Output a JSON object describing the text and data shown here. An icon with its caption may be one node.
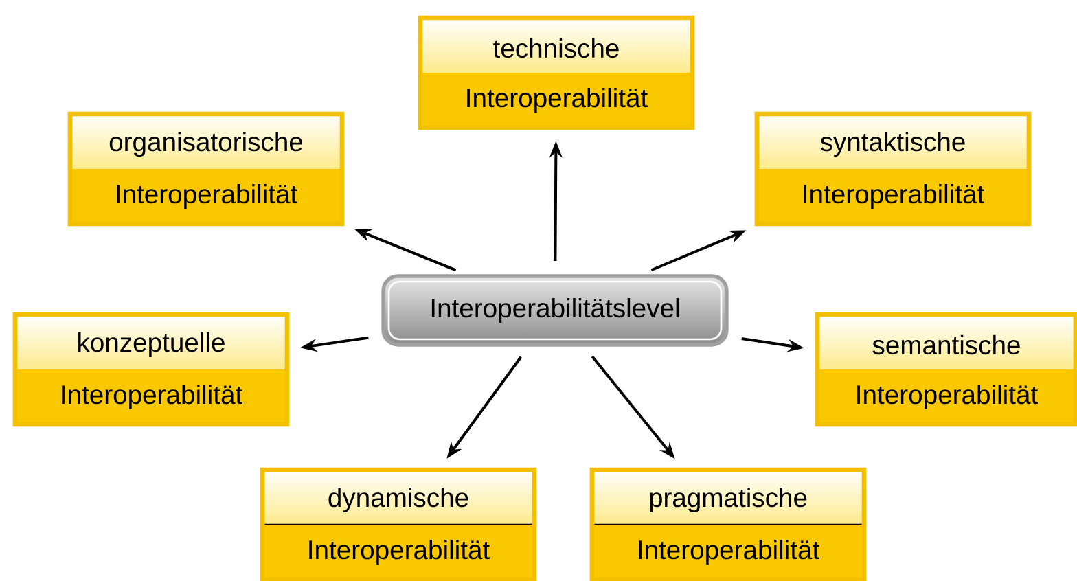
{
  "diagram": {
    "nodes": [
      {
        "text": [
          "technische",
          "Interoperabilität"
        ]
      },
      {
        "text": [
          "organisatorische",
          "Interoperabilität"
        ]
      },
      {
        "text": [
          "syntaktische",
          "Interoperabilität"
        ]
      },
      {
        "text": [
          "Interoperabilitätslevel"
        ]
      },
      {
        "text": [
          "konzeptuelle",
          "Interoperabilität"
        ]
      },
      {
        "text": [
          "semantische",
          "Interoperabilität"
        ]
      },
      {
        "text": [
          "dynamische",
          "Interoperabilität"
        ]
      },
      {
        "text": [
          "pragmatische",
          "Interoperabilität"
        ]
      }
    ],
    "edges": [
      {
        "from": 3,
        "to": 0,
        "arrow": "to"
      },
      {
        "from": 3,
        "to": 1,
        "arrow": "to"
      },
      {
        "from": 3,
        "to": 2,
        "arrow": "to"
      },
      {
        "from": 3,
        "to": 4,
        "arrow": "to"
      },
      {
        "from": 3,
        "to": 5,
        "arrow": "to"
      },
      {
        "from": 3,
        "to": 6,
        "arrow": "to"
      },
      {
        "from": 3,
        "to": 7,
        "arrow": "to"
      }
    ]
  }
}
